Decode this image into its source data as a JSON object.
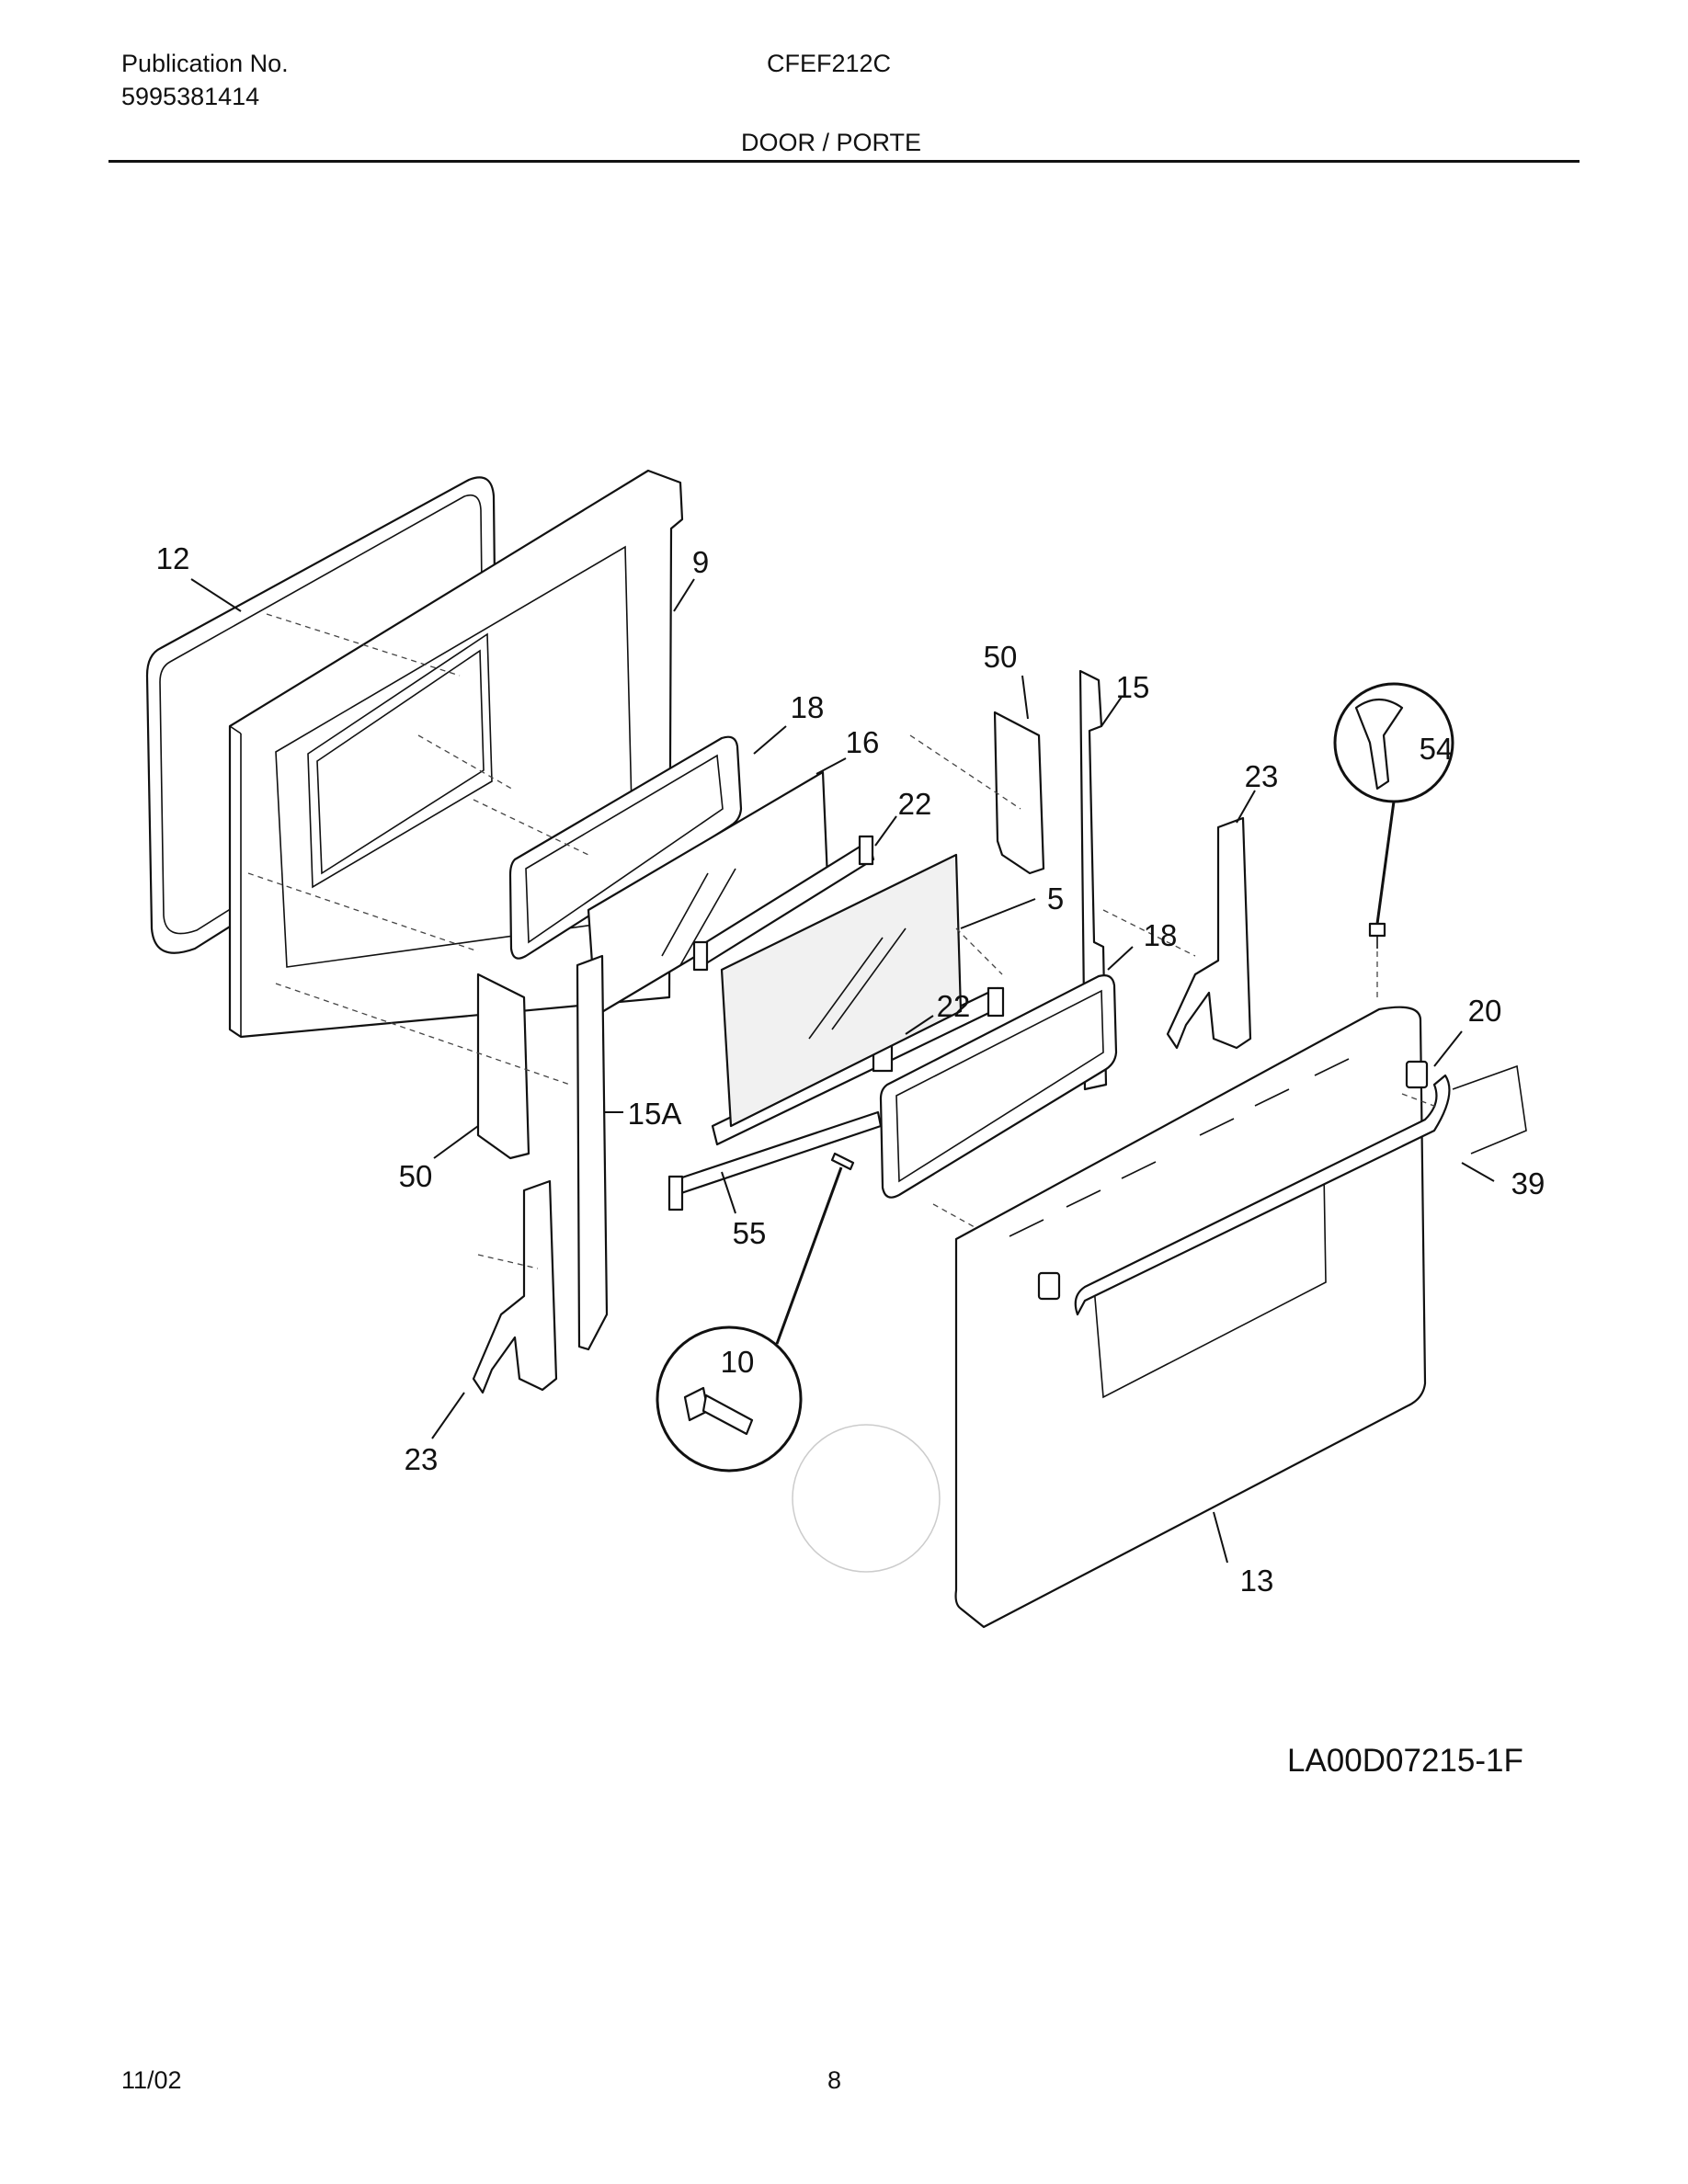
{
  "header": {
    "publication_label": "Publication No.",
    "publication_number": "5995381414",
    "model": "CFEF212C",
    "section_title": "DOOR / PORTE"
  },
  "callouts": {
    "gasket": "12",
    "inner_door_panel": "9",
    "insulation_retainer_top": "18",
    "glass_inner": "16",
    "glass_bracket_top": "22",
    "screen_insulation": "5",
    "door_hinge_shield_right": "50",
    "door_side_channel_right": "15",
    "screw_detail": "54",
    "hinge_right": "23",
    "insulation_retainer_bottom": "18",
    "glass_bracket_bottom": "22",
    "handle_bracket": "20",
    "handle": "39",
    "door_side_channel_left": "15A",
    "door_hinge_shield_left": "50",
    "glass_channel": "55",
    "screw_small_detail": "10",
    "hinge_left": "23",
    "outer_door": "13"
  },
  "drawing_code": "LA00D07215-1F",
  "footer": {
    "date": "11/02",
    "page": "8"
  }
}
